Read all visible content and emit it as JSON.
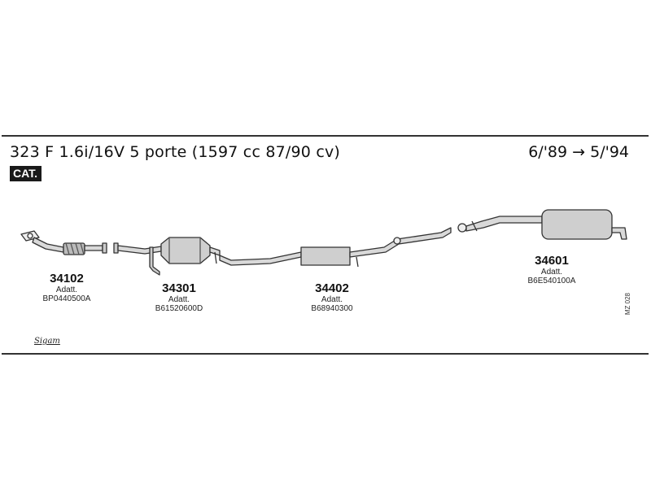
{
  "header": {
    "model_title": "323 F 1.6i/16V 5 porte (1597 cc 87/90 cv)",
    "years": "6/'89 → 5/'94",
    "badge": "CAT."
  },
  "parts": [
    {
      "number": "34102",
      "label": "Adatt.",
      "code": "BP0440500A"
    },
    {
      "number": "34301",
      "label": "Adatt.",
      "code": "B61520600D"
    },
    {
      "number": "34402",
      "label": "Adatt.",
      "code": "B68940300"
    },
    {
      "number": "34601",
      "label": "Adatt.",
      "code": "B6E540100A"
    }
  ],
  "footer": {
    "reference": "MZ 028",
    "logo": "Sigam"
  }
}
